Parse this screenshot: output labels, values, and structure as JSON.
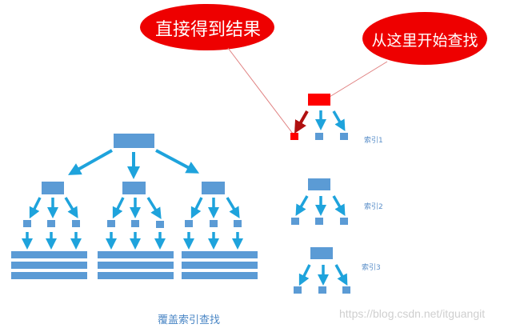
{
  "callouts": {
    "direct_result": "直接得到结果",
    "start_here": "从这里开始查找"
  },
  "index_labels": [
    "索引1",
    "索引2",
    "索引3"
  ],
  "caption": "覆盖索引查找",
  "watermark": "https://blog.csdn.net/itguangit",
  "colors": {
    "node_blue": "#5b9bd5",
    "arrow_blue": "#1ea3dc",
    "highlight_red": "#ff0000",
    "arrow_dark_red": "#b01010",
    "callout_red": "#ee0000",
    "leader_line": "#e08080"
  }
}
